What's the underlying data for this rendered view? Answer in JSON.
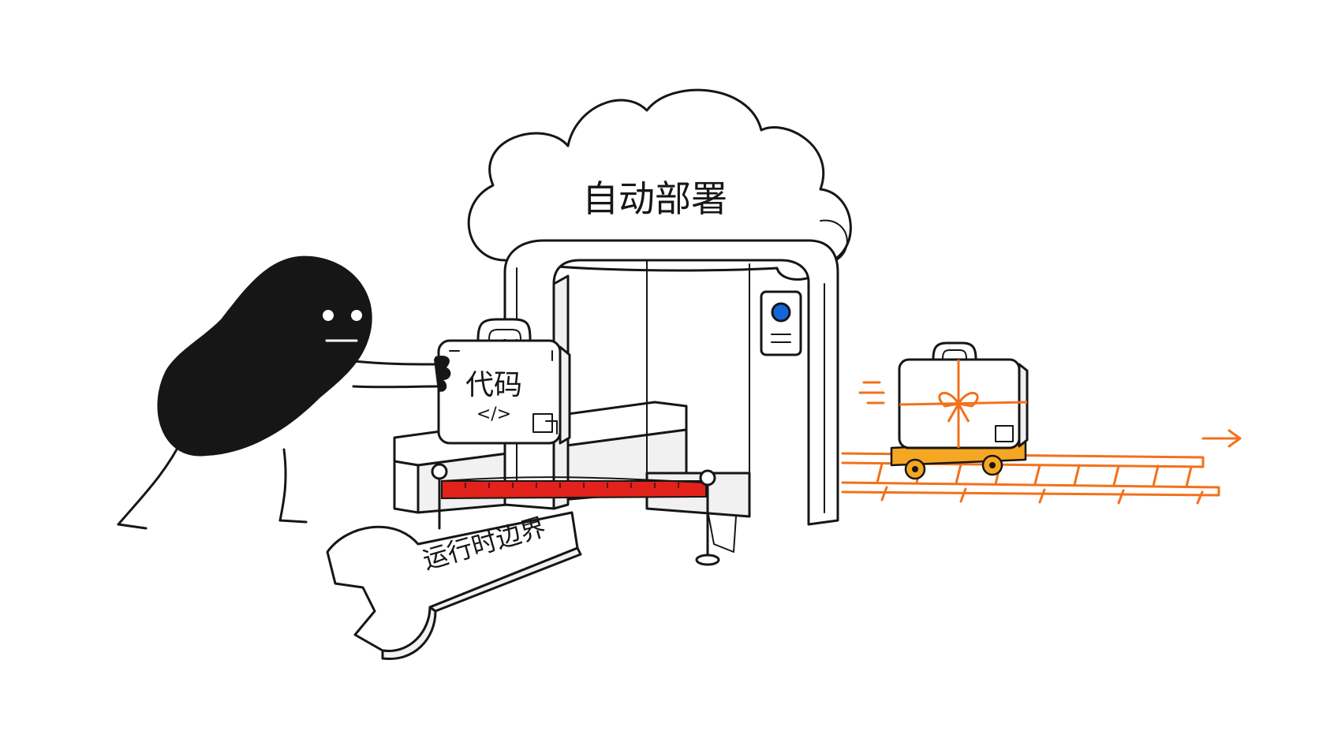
{
  "cloud": {
    "label": "自动部署"
  },
  "suitcase_code": {
    "label": "代码",
    "code_glyph": "</>"
  },
  "wrench": {
    "label": "运行时边界"
  },
  "colors": {
    "ink": "#161616",
    "barrier_red": "#e3221b",
    "rail_orange": "#f2711c",
    "cart_amber": "#f5a623",
    "sensor_blue": "#1565d8"
  },
  "icons": [
    "blob-character",
    "cloud",
    "gate",
    "code-suitcase",
    "gift-suitcase",
    "wrench",
    "barrier-rope",
    "rail-track",
    "cart",
    "motion-arrow"
  ]
}
